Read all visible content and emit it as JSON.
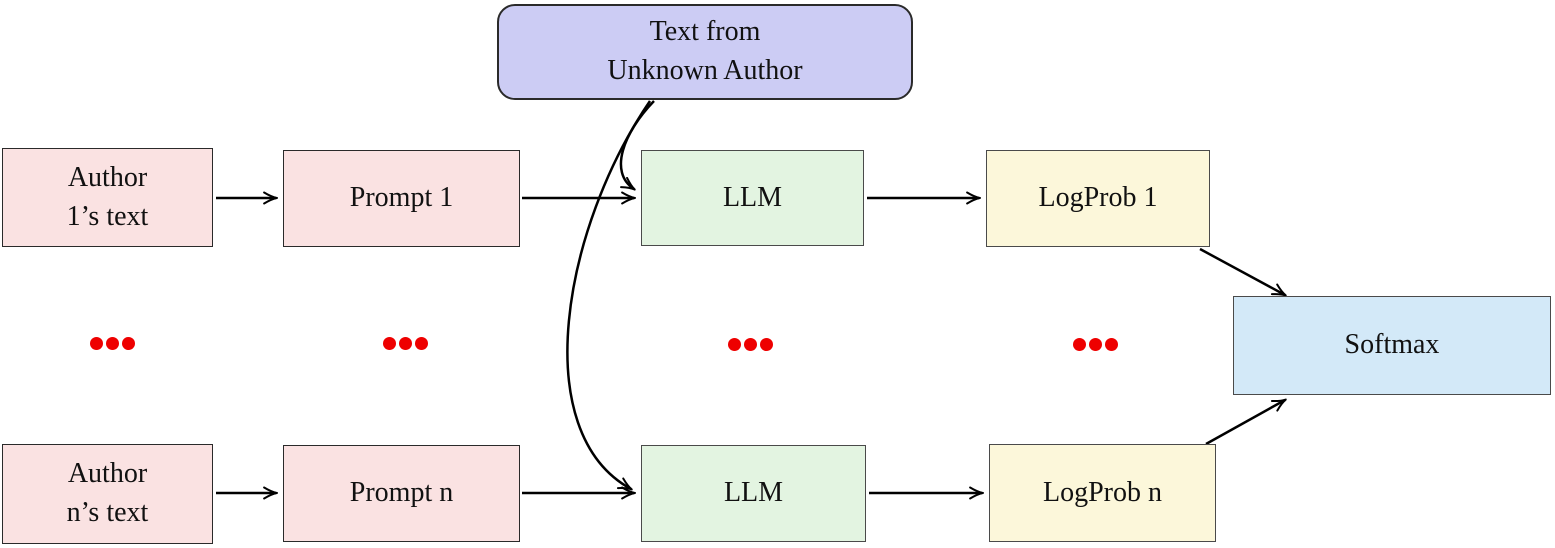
{
  "diagram": {
    "type": "flowchart",
    "description": "LLM-based authorship attribution pipeline",
    "colors": {
      "author_box_fill": "#fae2e2",
      "prompt_box_fill": "#fae2e2",
      "llm_box_fill": "#e3f4e1",
      "logprob_box_fill": "#fcf7da",
      "softmax_box_fill": "#d3e9f8",
      "unknown_author_box_fill": "#ccccf4",
      "ellipsis_dot_color": "#ee0000",
      "arrow_color": "#000000",
      "text_color": "#111111"
    },
    "nodes": {
      "unknown_author": {
        "line1": "Text from",
        "line2": "Unknown Author",
        "shape": "rounded-rectangle",
        "fill": "#ccccf4"
      },
      "author_1": {
        "line1": "Author",
        "line2": "1’s text",
        "shape": "rectangle",
        "fill": "#fae2e2"
      },
      "prompt_1": {
        "label": "Prompt 1",
        "shape": "rectangle",
        "fill": "#fae2e2"
      },
      "llm_1": {
        "label": "LLM",
        "shape": "rectangle",
        "fill": "#e3f4e1"
      },
      "logprob_1": {
        "label": "LogProb 1",
        "shape": "rectangle",
        "fill": "#fcf7da"
      },
      "author_n": {
        "line1": "Author",
        "line2": "n’s text",
        "shape": "rectangle",
        "fill": "#fae2e2"
      },
      "prompt_n": {
        "label": "Prompt n",
        "shape": "rectangle",
        "fill": "#fae2e2"
      },
      "llm_n": {
        "label": "LLM",
        "shape": "rectangle",
        "fill": "#e3f4e1"
      },
      "logprob_n": {
        "label": "LogProb n",
        "shape": "rectangle",
        "fill": "#fcf7da"
      },
      "softmax": {
        "label": "Softmax",
        "shape": "rectangle",
        "fill": "#d3e9f8"
      }
    },
    "edges": [
      {
        "from": "author_1",
        "to": "prompt_1",
        "style": "straight"
      },
      {
        "from": "prompt_1",
        "to": "llm_1",
        "style": "straight"
      },
      {
        "from": "llm_1",
        "to": "logprob_1",
        "style": "straight"
      },
      {
        "from": "logprob_1",
        "to": "softmax",
        "style": "diagonal"
      },
      {
        "from": "author_n",
        "to": "prompt_n",
        "style": "straight"
      },
      {
        "from": "prompt_n",
        "to": "llm_n",
        "style": "straight"
      },
      {
        "from": "llm_n",
        "to": "logprob_n",
        "style": "straight"
      },
      {
        "from": "logprob_n",
        "to": "softmax",
        "style": "diagonal"
      },
      {
        "from": "unknown_author",
        "to": "llm_1",
        "style": "curved"
      },
      {
        "from": "unknown_author",
        "to": "llm_n",
        "style": "curved"
      }
    ],
    "ellipsis_rows": [
      {
        "column": "author"
      },
      {
        "column": "prompt"
      },
      {
        "column": "llm"
      },
      {
        "column": "logprob"
      }
    ]
  }
}
